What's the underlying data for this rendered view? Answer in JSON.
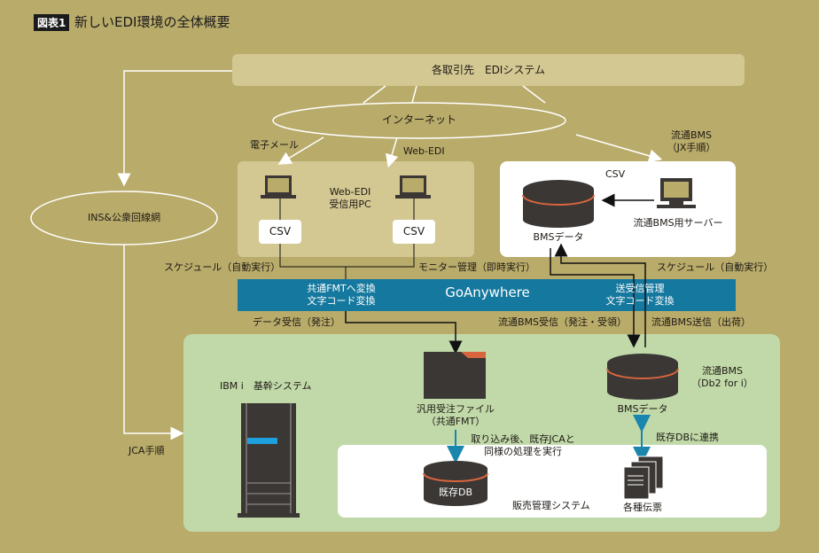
{
  "title": {
    "badge": "図表1",
    "text": "新しいEDI環境の全体概要"
  },
  "nodes": {
    "partners": "各取引先　EDIシステム",
    "internet": "インターネット",
    "ins": "INS&公衆回線網",
    "email": "電子メール",
    "webedi": "Web-EDI",
    "bms_jx": [
      "流通BMS",
      "（JX手順）"
    ],
    "webedi_pc": [
      "Web-EDI",
      "受信用PC"
    ],
    "csv1": "CSV",
    "csv2": "CSV",
    "csv_label": "CSV",
    "bms_data_top": "BMSデータ",
    "bms_server": "流通BMS用サーバー",
    "schedule_left": "スケジュール（自動実行）",
    "monitor": "モニター管理（即時実行）",
    "schedule_right": "スケジュール（自動実行）",
    "goanywhere": "GoAnywhere",
    "ga_left": [
      "共通FMTへ変換",
      "文字コード変換"
    ],
    "ga_right": [
      "送受信管理",
      "文字コード変換"
    ],
    "data_recv": "データ受信（発注）",
    "bms_recv": "流通BMS受信（発注・受領）",
    "bms_send": "流通BMS送信（出荷）",
    "ibmi": "IBM i　基幹システム",
    "jca": "JCA手順",
    "generic_file": [
      "汎用受注ファイル",
      "（共通FMT）"
    ],
    "bms_data_bottom": "BMSデータ",
    "bms_db2": [
      "流通BMS",
      "（Db2 for i）"
    ],
    "import_note": [
      "取り込み後、既存JCAと",
      "同様の処理を実行"
    ],
    "link_note": "既存DBに連携",
    "existing_db": "既存DB",
    "sales_system": "販売管理システム",
    "slips": "各種伝票"
  },
  "colors": {
    "background": "#b9ab6a",
    "teal": "#15789e",
    "green": "#c1d9a9",
    "accent_orange": "#d9653f",
    "dark": "#3a3734"
  }
}
